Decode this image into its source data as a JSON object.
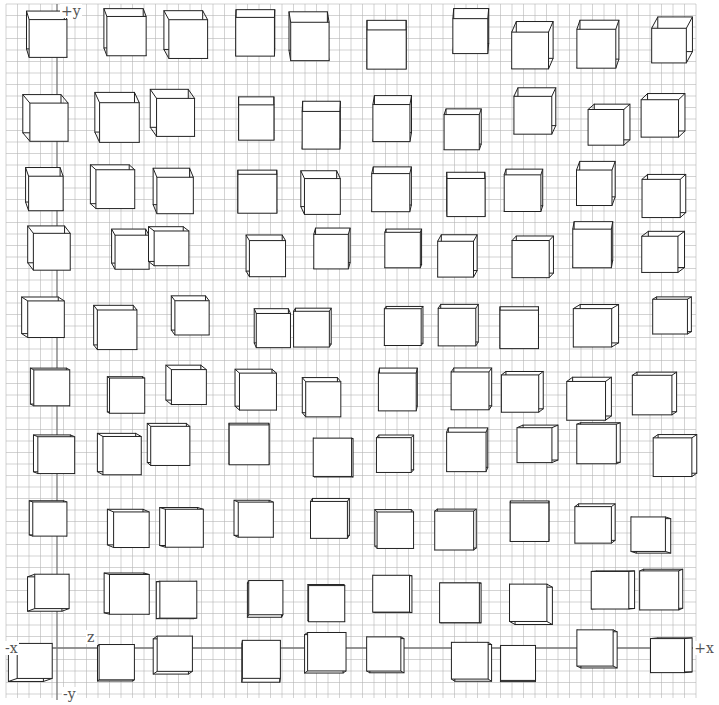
{
  "diagram": {
    "labels": [
      "+y",
      "-x",
      "z",
      "+x",
      "-y"
    ]
  }
}
